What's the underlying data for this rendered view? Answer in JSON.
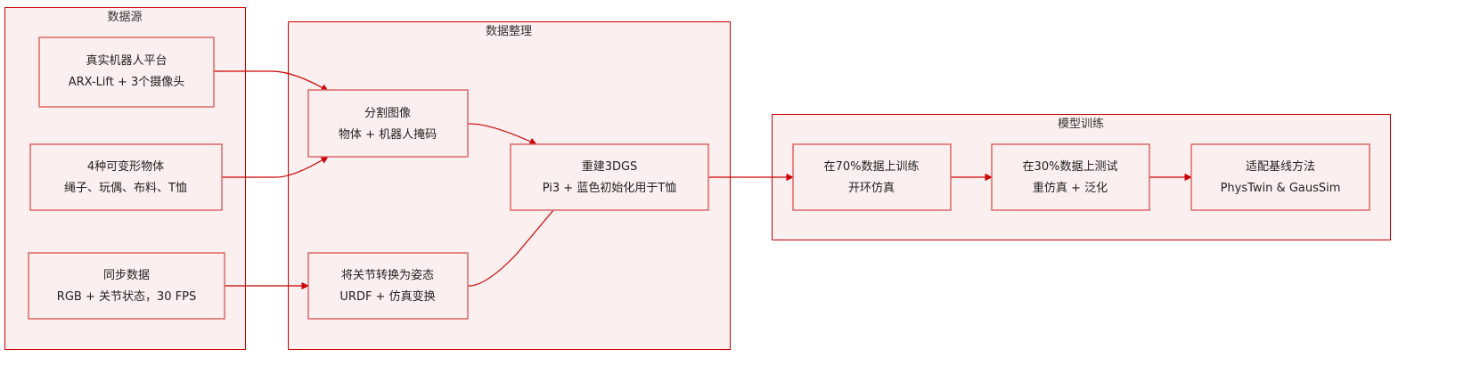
{
  "colors": {
    "cluster_fill": "#fcefef",
    "cluster_stroke": "#cc0000",
    "node_stroke": "#dd6666",
    "edge": "#cc0000"
  },
  "clusters": [
    {
      "title": "数据源"
    },
    {
      "title": "数据整理"
    },
    {
      "title": "模型训练"
    }
  ],
  "nodes": {
    "real_robot": {
      "line1": "真实机器人平台",
      "line2": "ARX-Lift + 3个摄像头"
    },
    "deformables": {
      "line1": "4种可变形物体",
      "line2": "绳子、玩偶、布料、T恤"
    },
    "sync_data": {
      "line1": "同步数据",
      "line2": "RGB + 关节状态，30 FPS"
    },
    "segment": {
      "line1": "分割图像",
      "line2": "物体 + 机器人掩码"
    },
    "joints_to_pose": {
      "line1": "将关节转换为姿态",
      "line2": "URDF + 仿真变换"
    },
    "reconstruct": {
      "line1": "重建3DGS",
      "line2": "Pi3 + 蓝色初始化用于T恤"
    },
    "train": {
      "line1": "在70%数据上训练",
      "line2": "开环仿真"
    },
    "test": {
      "line1": "在30%数据上测试",
      "line2": "重仿真 + 泛化"
    },
    "baselines": {
      "line1": "适配基线方法",
      "line2": "PhysTwin & GausSim"
    }
  }
}
